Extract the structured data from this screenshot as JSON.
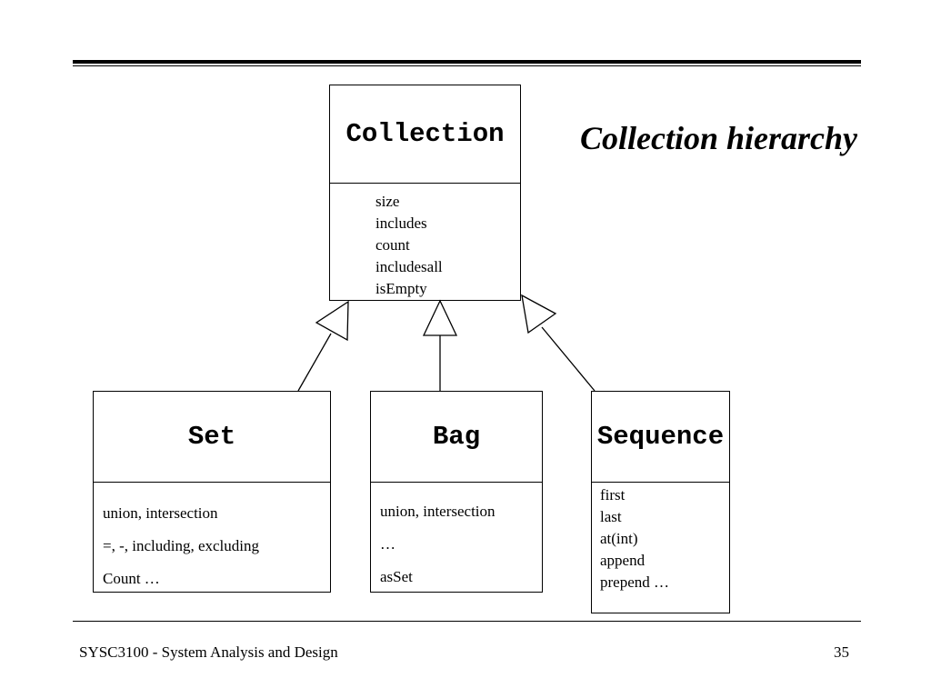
{
  "slide": {
    "title": "Collection hierarchy",
    "footer": "SYSC3100 - System Analysis and Design",
    "page_number": "35"
  },
  "classes": {
    "collection": {
      "name": "Collection",
      "operations": [
        "size",
        "includes",
        "count",
        "includesall",
        "isEmpty"
      ]
    },
    "set": {
      "name": "Set",
      "operations": [
        "union, intersection",
        "=, -, including, excluding",
        "Count …"
      ]
    },
    "bag": {
      "name": "Bag",
      "operations": [
        "union, intersection",
        "…",
        "asSet"
      ]
    },
    "sequence": {
      "name": "Sequence",
      "operations": [
        "first",
        "last",
        "at(int)",
        "append",
        "prepend …"
      ]
    }
  }
}
